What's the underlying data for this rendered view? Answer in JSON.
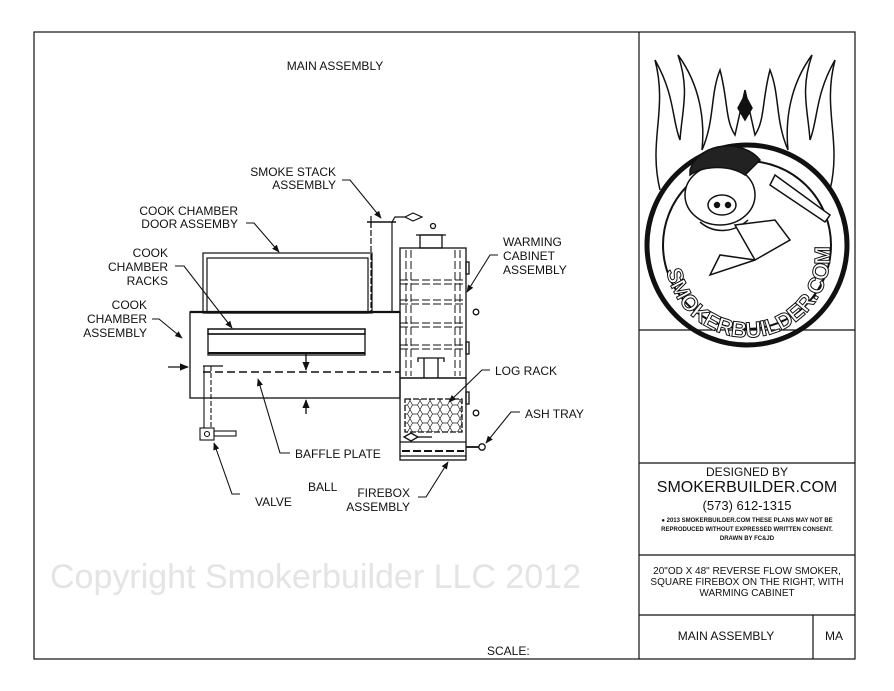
{
  "drawing": {
    "title": "MAIN ASSEMBLY",
    "scale_label": "SCALE:",
    "watermark": "Copyright Smokerbuilder LLC 2012",
    "labels": {
      "smoke_stack": [
        "SMOKE STACK",
        "ASSEMBLY"
      ],
      "door": [
        "COOK CHAMBER",
        "DOOR ASSEMBY"
      ],
      "racks": [
        "COOK",
        "CHAMBER",
        "RACKS"
      ],
      "chamber": [
        "COOK",
        "CHAMBER",
        "ASSEMBLY"
      ],
      "warming_cabinet": [
        "WARMING",
        "CABINET",
        "ASSEMBLY"
      ],
      "log_rack": "LOG RACK",
      "ash_tray": "ASH TRAY",
      "baffle_plate": "BAFFLE PLATE",
      "ball": "BALL",
      "valve": "VALVE",
      "firebox": [
        "FIREBOX",
        "ASSEMBLY"
      ]
    }
  },
  "title_block": {
    "logo_text": "SMOKERBUILDER.COM",
    "designed_by": "DESIGNED BY",
    "company": "SMOKERBUILDER.COM",
    "phone": "(573) 612-1315",
    "copyright_line1": "● 2013 SMOKERBUILDER.COM THESE PLANS MAY NOT BE",
    "copyright_line2": "REPRODUCED WITHOUT EXPRESSED WRITTEN CONSENT.",
    "drawn_by": "DRAWN BY FC&JD",
    "description": [
      "20\"OD X 48\" REVERSE FLOW SMOKER,",
      "SQUARE FIREBOX ON THE RIGHT, WITH",
      "WARMING CABINET"
    ],
    "sheet_name": "MAIN ASSEMBLY",
    "sheet_code": "MA"
  }
}
